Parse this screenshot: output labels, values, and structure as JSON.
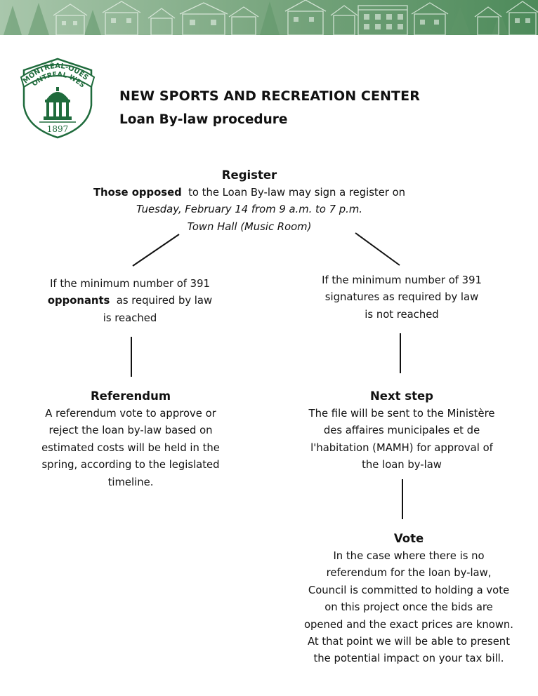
{
  "header": {
    "title": "NEW SPORTS AND RECREATION CENTER",
    "subtitle": "Loan By-law procedure"
  },
  "logo": {
    "text_top": "MONTRÉAL-OUEST",
    "text_bottom": "MONTREAL WEST",
    "year": "1897"
  },
  "register": {
    "heading": "Register",
    "line1_bold": "Those opposed",
    "line1_rest": "to the Loan By-law may sign a register  on",
    "line2": "Tuesday, February 14 from 9 a.m. to 7  p.m.",
    "line3": "Town Hall (Music Room)"
  },
  "condition_left": {
    "line1": "If the minimum number of 391",
    "line2_bold": "opponants",
    "line2_rest": "as required by law",
    "line3": "is reached"
  },
  "condition_right": {
    "line1": "If the minimum number of 391",
    "line2": "signatures as required by law",
    "line3": "is not reached"
  },
  "referendum": {
    "heading": "Referendum",
    "lines": [
      "A referendum vote to approve or",
      "reject the loan by-law based on",
      "estimated costs will be held in the",
      "spring, according to the legislated",
      "timeline."
    ]
  },
  "next_step": {
    "heading": "Next step",
    "lines": [
      "The file will be sent to the Ministère",
      "des affaires municipales et de",
      "l'habitation (MAMH) for approval of",
      "the loan by-law"
    ]
  },
  "vote": {
    "heading": "Vote",
    "lines": [
      "In the case where there is no",
      "referendum for the loan by-law,",
      "Council is committed to holding a vote",
      "on this project once the bids are",
      "opened and the exact prices are known.",
      "At that point we will be able to present",
      "the potential impact on your tax bill."
    ]
  },
  "colors": {
    "brand_green": "#1f6b3c",
    "banner_light": "#7fa886",
    "banner_dark": "#4f8a5d",
    "text": "#111111"
  }
}
